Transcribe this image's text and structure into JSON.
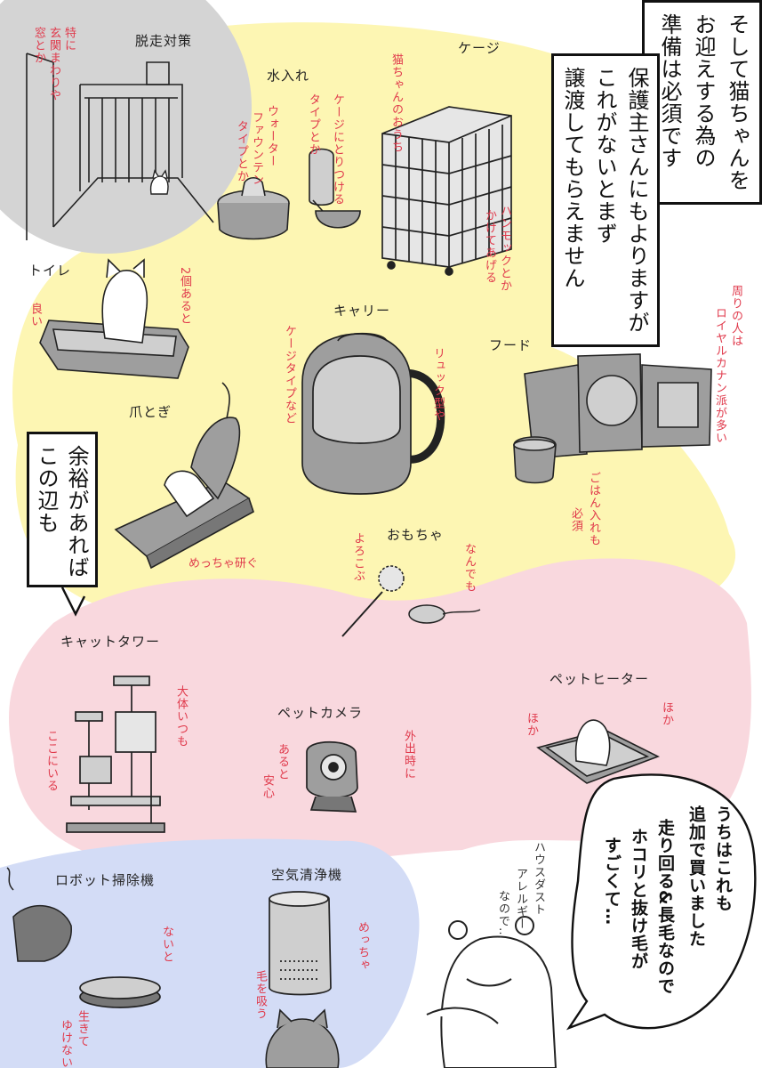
{
  "narration": {
    "top_right": [
      "そして猫ちゃんを",
      "お迎えする為の",
      "準備は必須です"
    ],
    "middle_right": [
      "保護主さんにもよりますが",
      "これがないとまず",
      "譲渡してもらえません"
    ],
    "left": [
      "余裕があれば",
      "この辺も"
    ]
  },
  "sections": {
    "escape": "脱走対策",
    "water": "水入れ",
    "cage": "ケージ",
    "toilet": "トイレ",
    "carrier": "キャリー",
    "food": "フード",
    "scratcher": "爪とぎ",
    "toys": "おもちゃ",
    "cat_tower": "キャットタワー",
    "pet_camera": "ペットカメラ",
    "pet_heater": "ペットヒーター",
    "robot_vacuum": "ロボット掃除機",
    "air_purifier": "空気清浄機"
  },
  "notes": {
    "escape": [
      "特に",
      "玄関まわりや",
      "窓とか"
    ],
    "water_fountain": [
      "ウォーター",
      "ファウンテン",
      "タイプとか"
    ],
    "water_bottle": [
      "ケージにとりつける",
      "タイプとか"
    ],
    "cage_house": [
      "猫ちゃんのおうち"
    ],
    "cage_hammock": [
      "ハンモックとか",
      "かけてあげる"
    ],
    "toilet": [
      "2個あると",
      "良い"
    ],
    "carrier": [
      "ケージタイプなど",
      "リュック型や"
    ],
    "food": [
      "周りの人は",
      "ロイヤルカナン派が多い"
    ],
    "food_bowl": [
      "ごはん入れも",
      "必須"
    ],
    "scratcher": "めっちゃ研ぐ",
    "toys": [
      "よろこぶ",
      "なんでも"
    ],
    "cat_tower": [
      "大体いつも",
      "ここにいる"
    ],
    "pet_camera": [
      "あると",
      "安心",
      "外出時に"
    ],
    "pet_heater": [
      "ほか",
      "ほか"
    ],
    "robot_vacuum": [
      "ないと",
      "生きて",
      "ゆけない…"
    ],
    "air_purifier": [
      "めっちゃ",
      "毛を吸う"
    ]
  },
  "bear": {
    "speech": [
      "うちはこれも",
      "追加で買いました",
      "走り回る&長毛なので",
      "ホコリと抜け毛が",
      "すごくて…"
    ],
    "aside": [
      "ハウスダスト",
      "アレルギー",
      "なので…"
    ]
  },
  "colors": {
    "yellow_zone": "#fdf6b3",
    "pink_zone": "#f9d8de",
    "blue_zone": "#d3dcf6",
    "gray_zone": "#d4d4d4",
    "note_red": "#e03a4c",
    "ink": "#111111"
  }
}
